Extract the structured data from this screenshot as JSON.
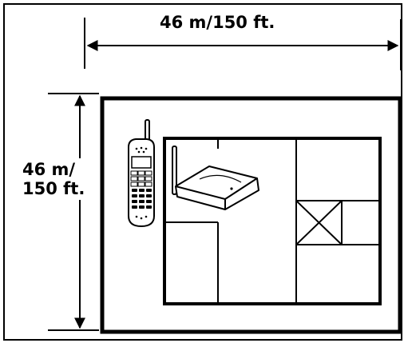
{
  "diagram": {
    "width_label": "46 m/150 ft.",
    "height_label_line1": "46 m/",
    "height_label_line2": "150 ft."
  },
  "icons": {
    "handset": "cordless-handset-icon",
    "base": "base-station-icon"
  },
  "colors": {
    "line": "#000000",
    "background": "#ffffff"
  }
}
